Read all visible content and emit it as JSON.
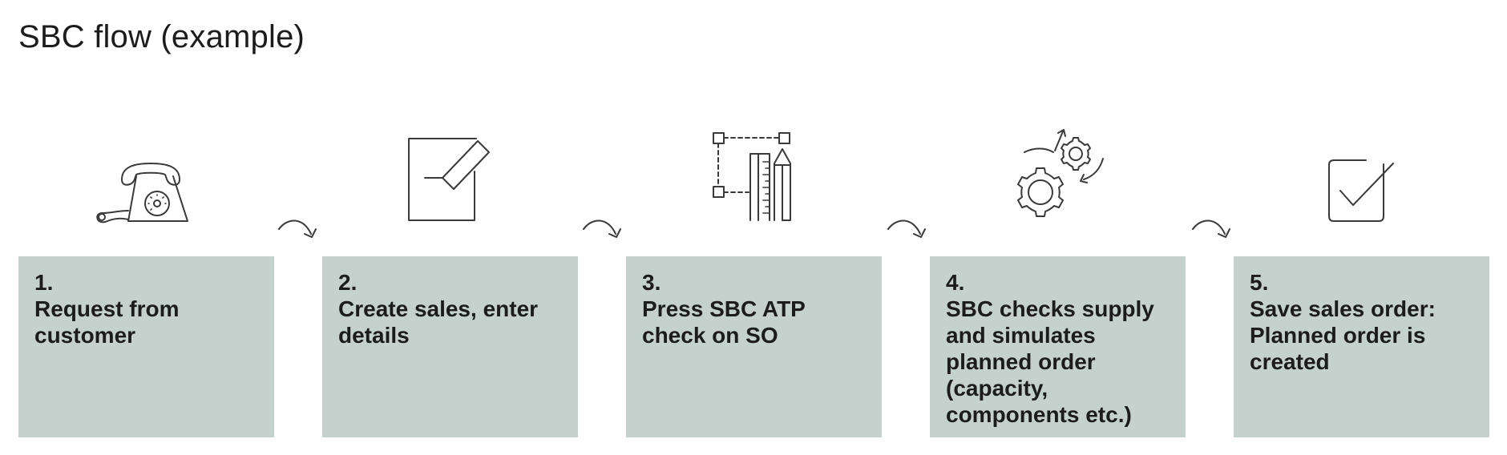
{
  "title": "SBC flow (example)",
  "steps": [
    {
      "number": "1.",
      "text": "Request from customer",
      "icon": "telephone-icon"
    },
    {
      "number": "2.",
      "text": "Create sales, enter details",
      "icon": "edit-document-icon"
    },
    {
      "number": "3.",
      "text": "Press SBC ATP check on SO",
      "icon": "design-tools-icon"
    },
    {
      "number": "4.",
      "text": "SBC checks supply and simulates planned order (capacity, components etc.)",
      "icon": "gears-icon"
    },
    {
      "number": "5.",
      "text": "Save sales order: Planned order is created",
      "icon": "checkbox-checked-icon"
    }
  ],
  "colors": {
    "box_fill": "#c5d1cd",
    "text": "#1c1c1c",
    "icon_stroke": "#3a3a3a"
  }
}
